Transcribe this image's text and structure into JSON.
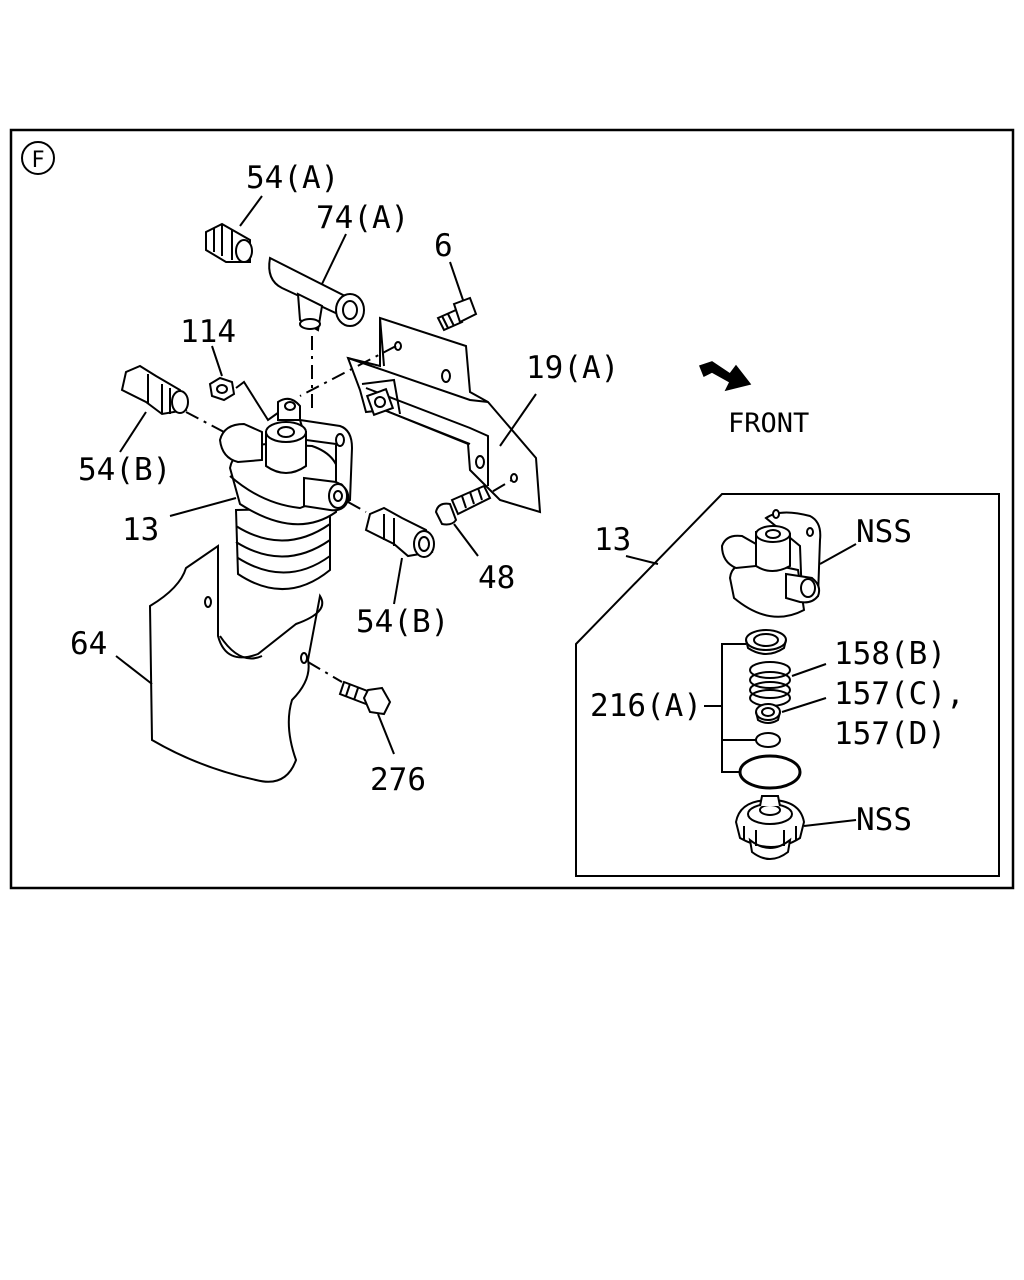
{
  "view_marker": "F",
  "direction_label": "FRONT",
  "labels": {
    "p54a": "54(A)",
    "p74a": "74(A)",
    "p6": "6",
    "p114": "114",
    "p19a": "19(A)",
    "p54b_left": "54(B)",
    "p13_main": "13",
    "p54b_bottom": "54(B)",
    "p48": "48",
    "p64": "64",
    "p276": "276",
    "p13_inset": "13",
    "nss_top": "NSS",
    "p158b": "158(B)",
    "p216a": "216(A)",
    "p157c": "157(C),",
    "p157d": "157(D)",
    "nss_bottom": "NSS"
  }
}
